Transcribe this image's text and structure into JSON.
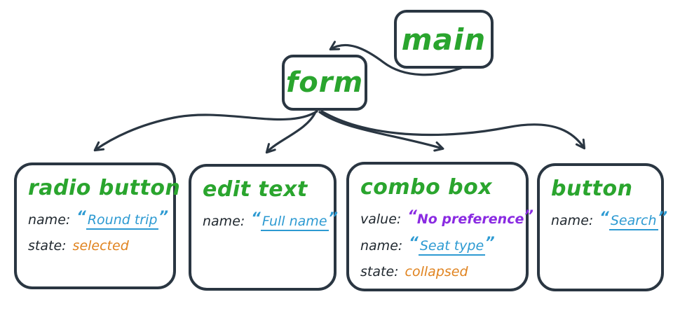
{
  "colors": {
    "ink": "#2a3642",
    "green": "#2aa52e",
    "blue": "#2d9ad2",
    "purple": "#8a2be2",
    "orange": "#e0831f"
  },
  "punct": {
    "open_quote": "“",
    "close_quote": "”"
  },
  "nodes": {
    "main": {
      "label": "main"
    },
    "form": {
      "label": "form"
    },
    "radio": {
      "title": "radio button",
      "props": [
        {
          "label": "name:",
          "value": "Round trip"
        },
        {
          "label": "state:",
          "value": "selected"
        }
      ]
    },
    "edit": {
      "title": "edit text",
      "props": [
        {
          "label": "name:",
          "value": "Full name"
        }
      ]
    },
    "combo": {
      "title": "combo box",
      "props": [
        {
          "label": "value:",
          "value": "No preference"
        },
        {
          "label": "name:",
          "value": "Seat type"
        },
        {
          "label": "state:",
          "value": "collapsed"
        }
      ]
    },
    "button": {
      "title": "button",
      "props": [
        {
          "label": "name:",
          "value": "Search"
        }
      ]
    }
  }
}
